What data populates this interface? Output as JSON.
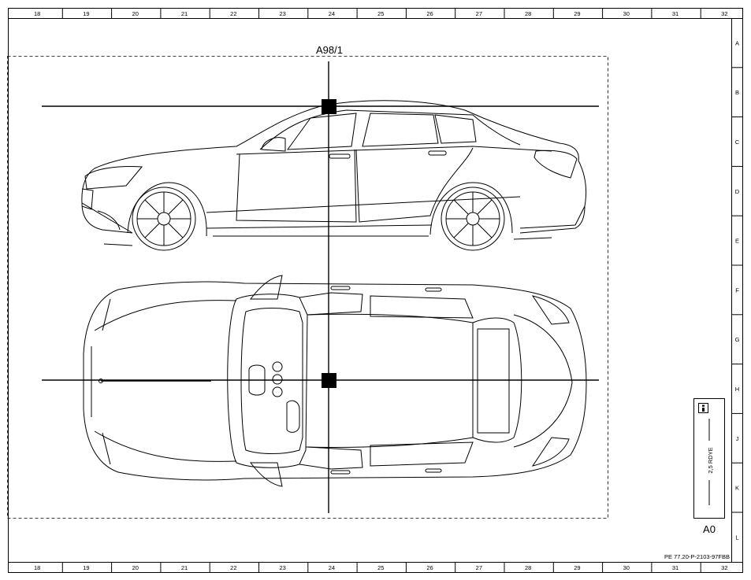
{
  "columns": [
    "18",
    "19",
    "20",
    "21",
    "22",
    "23",
    "24",
    "25",
    "26",
    "27",
    "28",
    "29",
    "30",
    "31",
    "32"
  ],
  "rows": [
    "A",
    "B",
    "C",
    "D",
    "E",
    "F",
    "G",
    "H",
    "J",
    "K",
    "L"
  ],
  "component_label": "A98/1",
  "location_code": "A0",
  "spec_text": "2,5 RDYE",
  "info_icon": "info-icon",
  "doc_ref": "PE 77.20-P-2103-97FBB"
}
